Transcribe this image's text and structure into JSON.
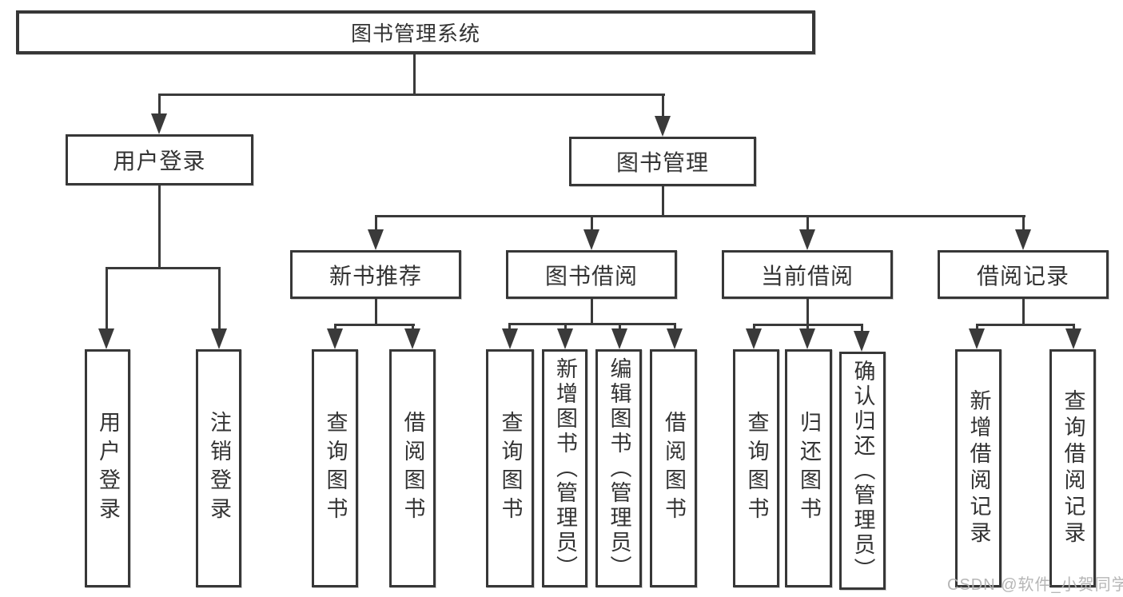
{
  "diagram": {
    "type": "hierarchy-tree",
    "direction": "top-down",
    "colors": {
      "line": "#3a3a3a",
      "box_border": "#373737",
      "box_fill": "#ffffff",
      "text": "#333333",
      "watermark": "#b2b2b2"
    }
  },
  "tree": {
    "label": "图书管理系统",
    "children": [
      {
        "label": "用户登录",
        "children": [
          {
            "label": "用户登录"
          },
          {
            "label": "注销登录"
          }
        ]
      },
      {
        "label": "图书管理",
        "children": [
          {
            "label": "新书推荐",
            "children": [
              {
                "label": "查询图书"
              },
              {
                "label": "借阅图书"
              }
            ]
          },
          {
            "label": "图书借阅",
            "children": [
              {
                "label": "查询图书"
              },
              {
                "label": "新增图书（管理员）"
              },
              {
                "label": "编辑图书（管理员）"
              },
              {
                "label": "借阅图书"
              }
            ]
          },
          {
            "label": "当前借阅",
            "children": [
              {
                "label": "查询图书"
              },
              {
                "label": "归还图书"
              },
              {
                "label": "确认归还（管理员）"
              }
            ]
          },
          {
            "label": "借阅记录",
            "children": [
              {
                "label": "新增借阅记录"
              },
              {
                "label": "查询借阅记录"
              }
            ]
          }
        ]
      }
    ]
  },
  "watermark": "CSDN @软件_小贺同学"
}
